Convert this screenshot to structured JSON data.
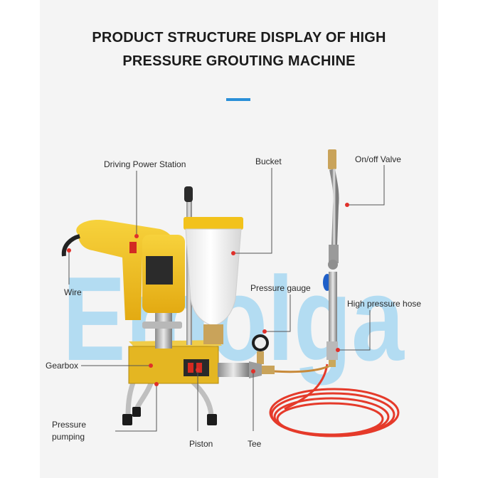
{
  "header": {
    "title_line1": "PRODUCT STRUCTURE DISPLAY OF HIGH",
    "title_line2": "PRESSURE GROUTING MACHINE"
  },
  "watermark": {
    "text": "Emolga"
  },
  "labels": {
    "driving_power_station": "Driving Power Station",
    "bucket": "Bucket",
    "on_off_valve": "On/off Valve",
    "wire": "Wire",
    "pressure_gauge": "Pressure gauge",
    "high_pressure_hose": "High pressure hose",
    "gearbox": "Gearbox",
    "pressure_pumping_line1": "Pressure",
    "pressure_pumping_line2": "pumping",
    "piston": "Piston",
    "tee": "Tee"
  },
  "colors": {
    "accent": "#2a8fd8",
    "callout_line": "#555555",
    "callout_dot": "#e0302a",
    "drill_body": "#f2c21b",
    "gearbox": "#e4b622",
    "hose": "#e53a2a",
    "watermark": "#7ec8f0"
  }
}
